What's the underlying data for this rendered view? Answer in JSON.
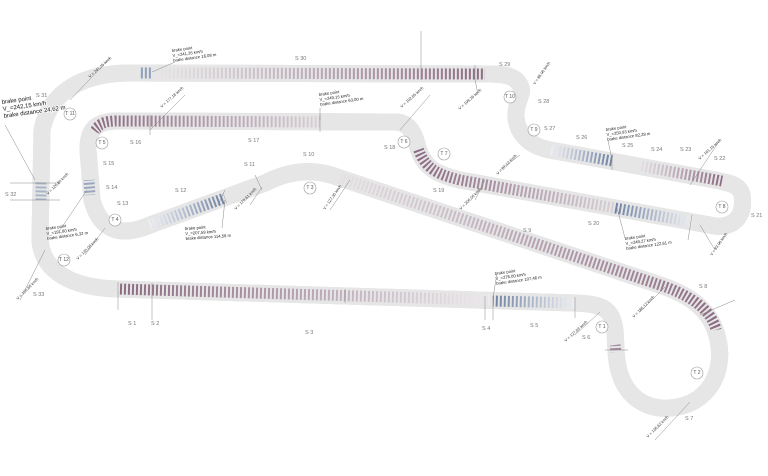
{
  "colors": {
    "track": "#d3d3cf",
    "edge": "#6b6f4e",
    "brake_blue": "#6e82a3",
    "accel_purple": "#8c6b83",
    "background": "#ffffff"
  },
  "sectors": [
    "S 1",
    "S 2",
    "S 3",
    "S 4",
    "S 5",
    "S 6",
    "S 7",
    "S 8",
    "S 9",
    "S 10",
    "S 11",
    "S 12",
    "S 13",
    "S 14",
    "S 15",
    "S 16",
    "S 17",
    "S 18",
    "S 19",
    "S 20",
    "S 21",
    "S 22",
    "S 23",
    "S 24",
    "S 25",
    "S 26",
    "S 27",
    "S 28",
    "S 29",
    "S 30",
    "S 31",
    "S 32",
    "S 33"
  ],
  "turns": [
    "T 1",
    "T 2",
    "T 3",
    "T 4",
    "T 5",
    "T 6",
    "T 7",
    "T 8",
    "T 9",
    "T 10",
    "T 11",
    "T 12"
  ],
  "speeds": [
    "V = 241,35 km/h",
    "V = 177,18 km/h",
    "V = 102,85 km/h",
    "V = 199,36 km/h",
    "V = 86,90 km/h",
    "V = 161,15 km/h",
    "V = 83,96 km/h",
    "V = 87,12 km/h",
    "V = 206,06 km/h",
    "V = 127,30 km/h",
    "V = 179,61 km/h",
    "V = 126,80 km/h",
    "V = 135,08 km/h",
    "V = 106,66 km/h",
    "V = 127,83 km/h",
    "V = 186,12 km/h",
    "V = 136,62 km/h"
  ],
  "brake_points": [
    {
      "title": "brake point",
      "speed": "V_=241,35 km/h",
      "distance": "brake distance 16,08 m"
    },
    {
      "title": "brake point",
      "speed": "V_=242,15 km/h",
      "distance": "brake distance 24,62 m"
    },
    {
      "title": "brake point",
      "speed": "V_=249,15 km/h",
      "distance": "brake distance 63,00 m"
    },
    {
      "title": "brake point",
      "speed": "V_=250,93 km/h",
      "distance": "brake distance 82,28 m"
    },
    {
      "title": "brake point",
      "speed": "V_=249,27 km/h",
      "distance": "brake distance 122,61 m"
    },
    {
      "title": "brake point",
      "speed": "V_=191,80 km/h",
      "distance": "brake distance 6,32 m"
    },
    {
      "title": "brake point",
      "speed": "V_=207,59 km/h",
      "distance": "brake distance 114,58 m"
    },
    {
      "title": "brake point",
      "speed": "V_=276,00 km/h",
      "distance": "brake distance 107,46 m"
    }
  ]
}
